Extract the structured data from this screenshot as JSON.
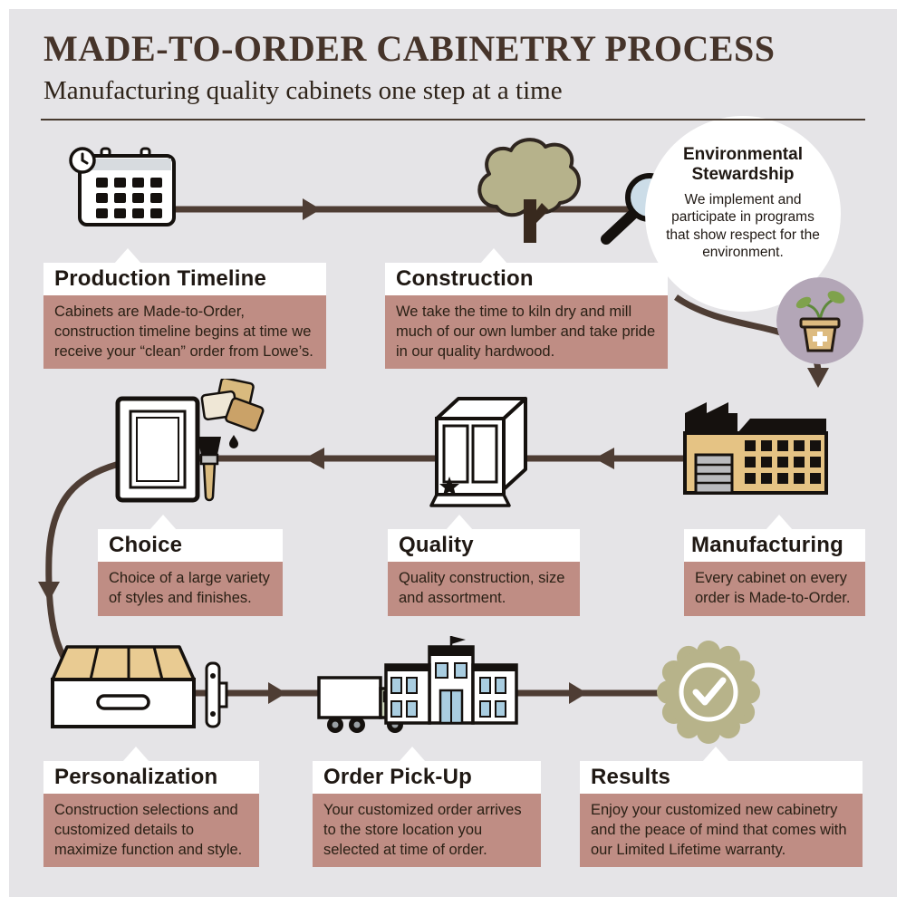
{
  "header": {
    "title": "MADE-TO-ORDER CABINETRY PROCESS",
    "subtitle": "Manufacturing quality cabinets one step at a time"
  },
  "callout": {
    "title_line1": "Environmental",
    "title_line2": "Stewardship",
    "body": "We implement and participate in programs that show respect for the environment."
  },
  "steps": [
    {
      "id": "production-timeline",
      "icon": "calendar-clock-icon",
      "heading": "Production Timeline",
      "body": "Cabinets are Made-to-Order, construction timeline begins at time we receive your “clean” order  from Lowe’s."
    },
    {
      "id": "construction",
      "icon": "tree-icon",
      "heading": "Construction",
      "body": "We take the time to kiln dry and mill much of our own lumber and take pride in our quality hardwood."
    },
    {
      "id": "choice",
      "icon": "cabinet-door-swatches-paintbrush-icon",
      "heading": "Choice",
      "body": "Choice of a large variety of styles and finishes."
    },
    {
      "id": "quality",
      "icon": "cabinet-star-icon",
      "heading": "Quality",
      "body": "Quality construction, size and assortment."
    },
    {
      "id": "manufacturing",
      "icon": "factory-icon",
      "heading": "Manufacturing",
      "body": "Every cabinet on every order is Made-to-Order."
    },
    {
      "id": "personalization",
      "icon": "drawer-hinge-icon",
      "heading": "Personalization",
      "body": "Construction selections and customized details to maximize function and style."
    },
    {
      "id": "order-pickup",
      "icon": "truck-store-icon",
      "heading": "Order Pick-Up",
      "body": "Your customized order arrives to the store location you selected at time of order."
    },
    {
      "id": "results",
      "icon": "check-badge-icon",
      "heading": "Results",
      "body": "Enjoy  your customized new cabinetry and the peace of mind that comes with our Limited Lifetime warranty."
    }
  ],
  "palette": {
    "background": "#e5e4e7",
    "frame": "#ffffff",
    "path_brown": "#4e3d34",
    "heading_text": "#1f1813",
    "body_bg": "#bf8d84",
    "title_brown": "#46342a",
    "olive": "#b6b28b",
    "purple": "#b3a6b7",
    "tan": "#e5c384",
    "window_blue": "#a9cde0"
  }
}
